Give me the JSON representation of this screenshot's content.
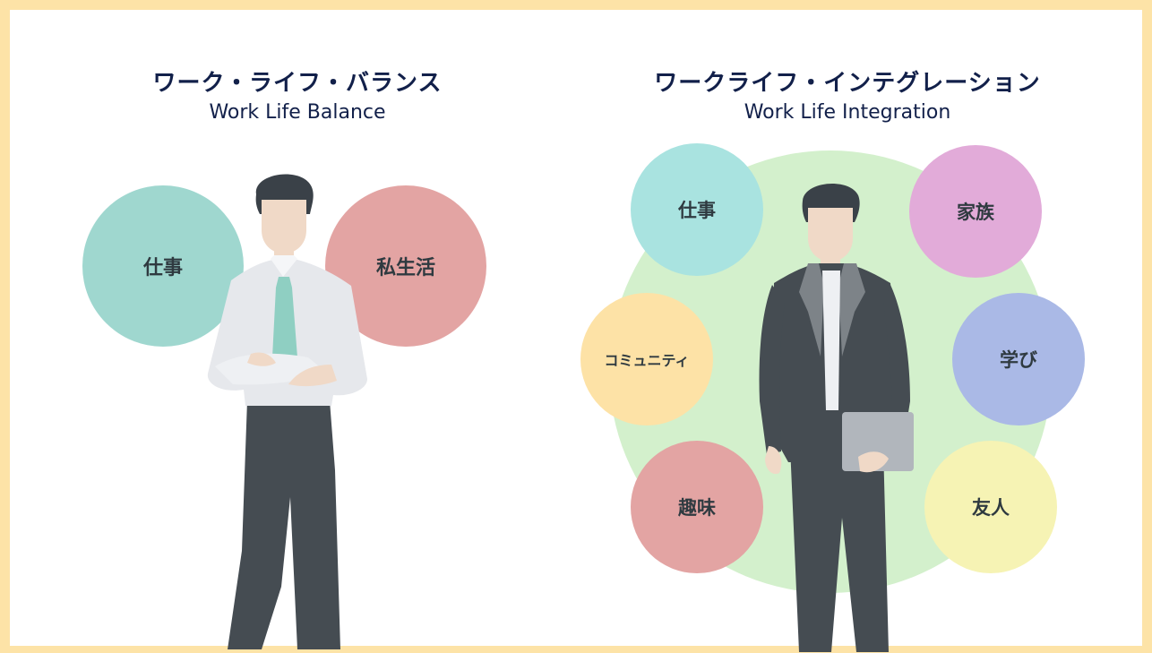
{
  "colors": {
    "frame": "#fde3a7",
    "title": "#12204a",
    "work": "#9fd7cf",
    "private_life": "#e3a4a3",
    "integration_bg": "#d3f0cc",
    "work_right": "#a9e3e0",
    "family": "#e2abd9",
    "community": "#fde2a6",
    "learning": "#aab9e6",
    "hobby": "#e3a4a3",
    "friends": "#f6f3b4"
  },
  "left": {
    "title_jp": "ワーク・ライフ・バランス",
    "title_en": "Work Life Balance",
    "circles": {
      "work": "仕事",
      "private_life": "私生活"
    }
  },
  "right": {
    "title_jp": "ワークライフ・インテグレーション",
    "title_en": "Work Life Integration",
    "circles": {
      "work": "仕事",
      "family": "家族",
      "community": "コミュニティ",
      "learning": "学び",
      "hobby": "趣味",
      "friends": "友人"
    }
  }
}
